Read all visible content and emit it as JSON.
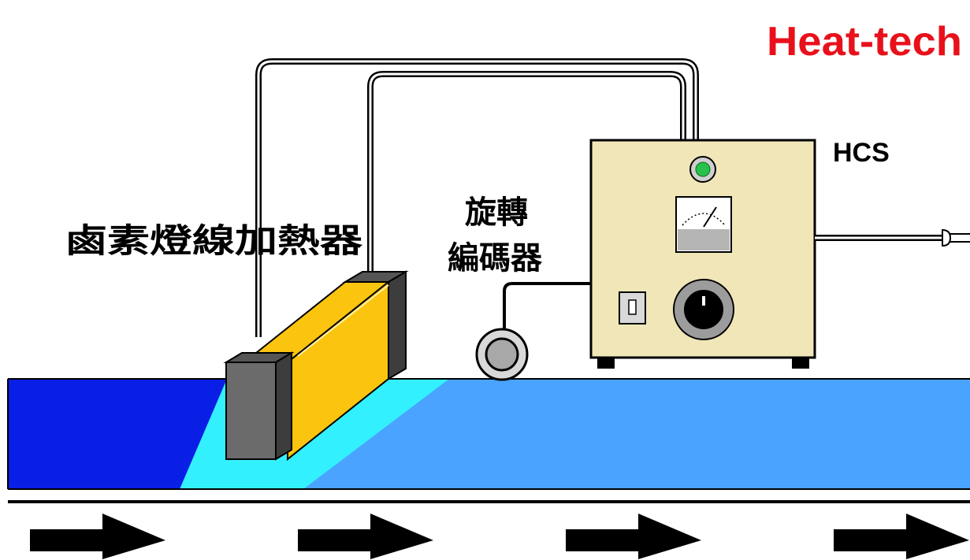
{
  "brand": {
    "text": "Heat-tech",
    "color": "#e8111b"
  },
  "labels": {
    "heater": "鹵素燈線加熱器",
    "encoder_line1": "旋轉",
    "encoder_line2": "編碼器",
    "controller": "HCS"
  },
  "colors": {
    "conveyor_dark": "#0a1fe6",
    "conveyor_light": "#4aa3ff",
    "heated_zone": "#33f0ff",
    "heater_body": "#fbc40f",
    "heater_endcap": "#6b6b6b",
    "controller_body": "#f0e6b8",
    "indicator_lamp": "#27c24a",
    "arrow": "#000000"
  },
  "icons": {
    "lamp": "indicator-lamp-icon",
    "meter": "analog-meter-icon",
    "switch": "toggle-switch-icon",
    "knob": "control-knob-icon",
    "plug": "power-plug-icon",
    "arrow": "right-arrow-icon"
  },
  "flow_direction": "right"
}
